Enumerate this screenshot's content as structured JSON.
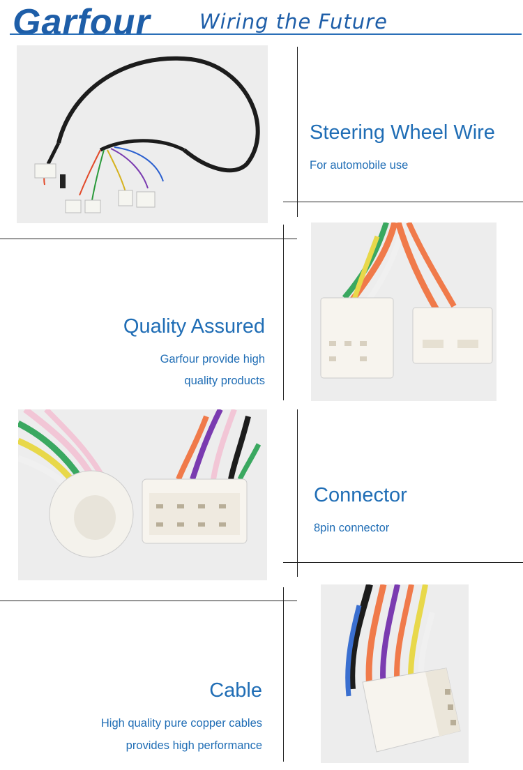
{
  "header": {
    "brand": "Garfour",
    "slogan": "Wiring the Future",
    "accent_color": "#1e5ea8"
  },
  "sections": [
    {
      "title": "Steering Wheel Wire",
      "lines": [
        "For automobile use"
      ]
    },
    {
      "title": "Quality Assured",
      "lines": [
        "Garfour provide high",
        "quality products"
      ]
    },
    {
      "title": "Connector",
      "lines": [
        "8pin connector"
      ]
    },
    {
      "title": "Cable",
      "lines": [
        "High quality pure copper cables",
        "provides high performance"
      ]
    }
  ]
}
